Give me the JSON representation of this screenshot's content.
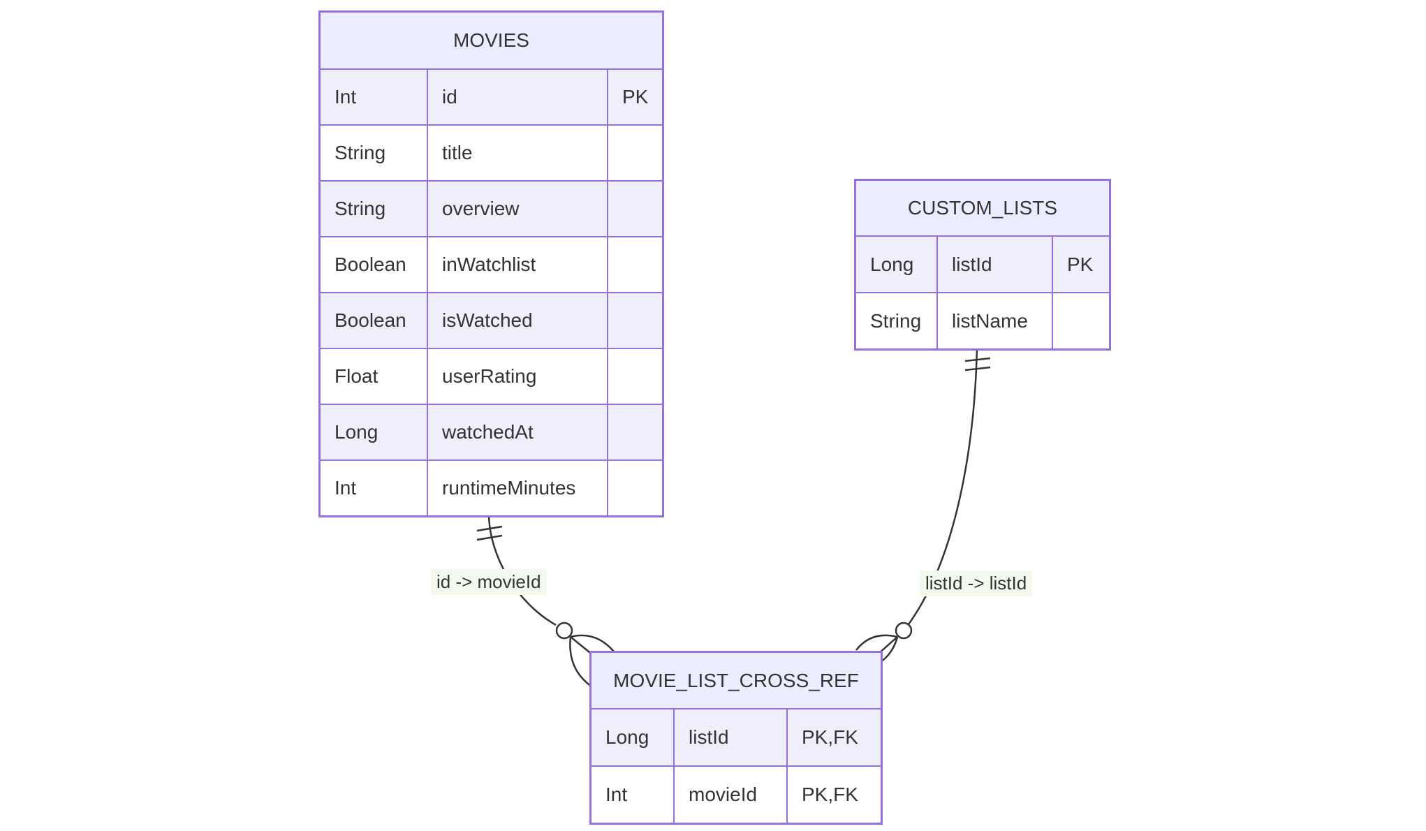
{
  "diagram": {
    "type": "entity-relationship",
    "colors": {
      "entity_border": "#9370DB",
      "entity_header_fill": "#ECECFF",
      "row_even_fill": "#EFEFFB",
      "row_odd_fill": "#FFFFFF",
      "relationship_line": "#333333",
      "text": "#333333",
      "edge_label_background": "#f4f9ee"
    },
    "entities": {
      "movies": {
        "name": "MOVIES",
        "rows": [
          {
            "type": "Int",
            "name": "id",
            "keys": "PK"
          },
          {
            "type": "String",
            "name": "title",
            "keys": ""
          },
          {
            "type": "String",
            "name": "overview",
            "keys": ""
          },
          {
            "type": "Boolean",
            "name": "inWatchlist",
            "keys": ""
          },
          {
            "type": "Boolean",
            "name": "isWatched",
            "keys": ""
          },
          {
            "type": "Float",
            "name": "userRating",
            "keys": ""
          },
          {
            "type": "Long",
            "name": "watchedAt",
            "keys": ""
          },
          {
            "type": "Int",
            "name": "runtimeMinutes",
            "keys": ""
          }
        ]
      },
      "custom_lists": {
        "name": "CUSTOM_LISTS",
        "rows": [
          {
            "type": "Long",
            "name": "listId",
            "keys": "PK"
          },
          {
            "type": "String",
            "name": "listName",
            "keys": ""
          }
        ]
      },
      "movie_list_cross_ref": {
        "name": "MOVIE_LIST_CROSS_REF",
        "rows": [
          {
            "type": "Long",
            "name": "listId",
            "keys": "PK,FK"
          },
          {
            "type": "Int",
            "name": "movieId",
            "keys": "PK,FK"
          }
        ]
      }
    },
    "relationships": [
      {
        "from": "MOVIES",
        "to": "MOVIE_LIST_CROSS_REF",
        "label": "id -> movieId",
        "from_cardinality": "exactly-one",
        "to_cardinality": "zero-or-many"
      },
      {
        "from": "CUSTOM_LISTS",
        "to": "MOVIE_LIST_CROSS_REF",
        "label": "listId -> listId",
        "from_cardinality": "exactly-one",
        "to_cardinality": "zero-or-many"
      }
    ]
  }
}
